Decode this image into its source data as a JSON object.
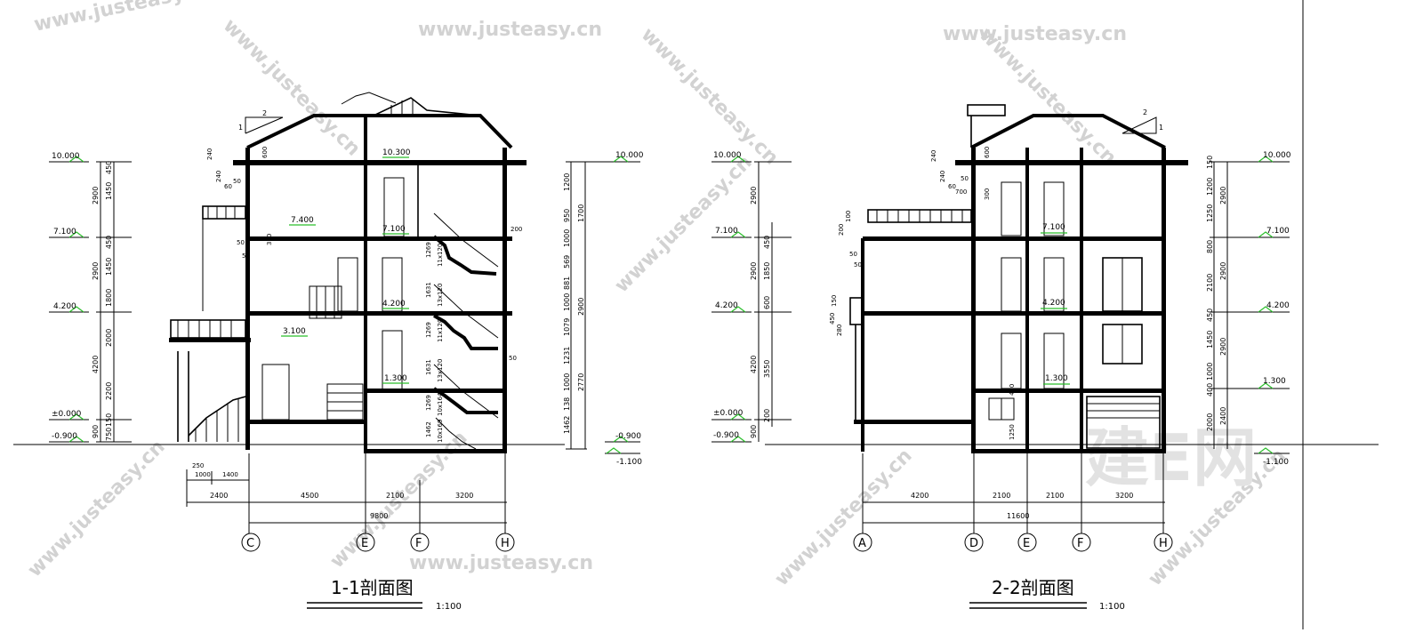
{
  "section1": {
    "title": "1-1剖面图",
    "scale": "1:100",
    "left_elevations": [
      "10.000",
      "7.100",
      "4.200",
      "±0.000",
      "-0.900"
    ],
    "right_elevations": [
      "10.000",
      "-0.900",
      "-1.100"
    ],
    "floor_levels": [
      "10.300",
      "7.400",
      "7.100",
      "4.200",
      "3.100",
      "1.300"
    ],
    "left_dims_outer": [
      "2900",
      "2900",
      "4200",
      "900"
    ],
    "left_dims_inner": [
      "450",
      "1450",
      "450",
      "1450",
      "1800",
      "2000",
      "2200",
      "150",
      "750"
    ],
    "right_dims_outer": [
      "1700",
      "2900",
      "2770"
    ],
    "right_dims_inner": [
      "1200",
      "950",
      "1000",
      "569",
      "881",
      "1000",
      "1079",
      "1231",
      "1000",
      "138",
      "1462"
    ],
    "stair_labels": [
      "11x120",
      "13x120",
      "11x120",
      "13x120",
      "10x164",
      "10x169",
      "1269",
      "1631",
      "1269",
      "1631",
      "1269",
      "1462"
    ],
    "bottom_dims": [
      "2400",
      "4500",
      "2100",
      "3200"
    ],
    "bottom_sub_dims": [
      "250",
      "1000",
      "1400"
    ],
    "total_dim": "9800",
    "axes": [
      "C",
      "E",
      "F",
      "H"
    ],
    "small_dims": [
      "600",
      "300",
      "240",
      "240",
      "60",
      "50",
      "50",
      "50",
      "300",
      "50",
      "300",
      "50",
      "300",
      "150",
      "150",
      "200",
      "50"
    ],
    "roof_slope": [
      "2",
      "1"
    ]
  },
  "section2": {
    "title": "2-2剖面图",
    "scale": "1:100",
    "left_elevations": [
      "10.000",
      "7.100",
      "4.200",
      "±0.000",
      "-0.900"
    ],
    "right_elevations": [
      "10.000",
      "7.100",
      "4.200",
      "1.300",
      "-1.100"
    ],
    "floor_levels": [
      "7.100",
      "4.200",
      "1.300"
    ],
    "left_dims_outer": [
      "2900",
      "2900",
      "4200",
      "900"
    ],
    "left_dims_inner": [
      "450",
      "1850",
      "600",
      "3550",
      "200"
    ],
    "right_dims_outer": [
      "2900",
      "2900",
      "2900",
      "2400"
    ],
    "right_dims_inner": [
      "150",
      "1200",
      "1250",
      "800",
      "2100",
      "450",
      "1450",
      "1000",
      "400",
      "2000"
    ],
    "bottom_dims": [
      "4200",
      "2100",
      "2100",
      "3200"
    ],
    "total_dim": "11600",
    "axes": [
      "A",
      "D",
      "E",
      "F",
      "H"
    ],
    "small_dims": [
      "600",
      "300",
      "240",
      "240",
      "60",
      "50",
      "700",
      "200",
      "100",
      "50",
      "50",
      "150",
      "450",
      "280",
      "1250",
      "450"
    ],
    "roof_slope": [
      "2",
      "1"
    ]
  },
  "watermark": {
    "site": "www.justeasy.cn",
    "brand": "建E网"
  },
  "colors": {
    "line": "#000000",
    "level_marker": "#2bbf2b",
    "watermark": "#d2d2d2",
    "background": "#ffffff"
  }
}
